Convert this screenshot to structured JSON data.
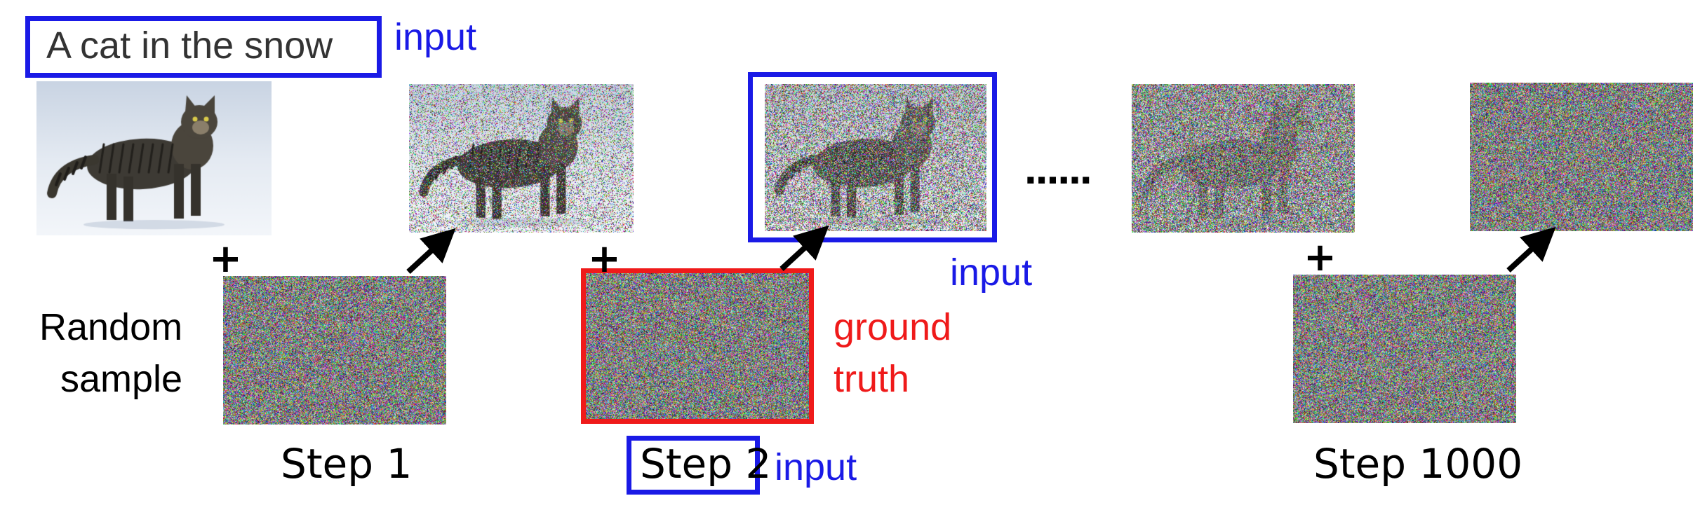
{
  "prompt": {
    "text": "A cat in the snow",
    "tag": "input"
  },
  "labels": {
    "random_sample": [
      "Random",
      "sample"
    ],
    "input_step2_image": "input",
    "ground_truth": [
      "ground",
      "truth"
    ],
    "step2_input": "input",
    "plus": "+",
    "ellipsis": "......"
  },
  "steps": [
    "Step 1",
    "Step 2",
    "Step 1000"
  ],
  "colors": {
    "input_box": "#1a1ae6",
    "ground_truth_box": "#ef1a1a",
    "text": "#000000"
  },
  "images": [
    {
      "name": "clean-cat-image",
      "noise_level": 0.0
    },
    {
      "name": "step1-noisy-cat-image",
      "noise_level": 0.35
    },
    {
      "name": "step2-noisy-cat-image",
      "noise_level": 0.6
    },
    {
      "name": "late-step-noisy-cat-image",
      "noise_level": 0.85
    },
    {
      "name": "step1000-noise-image",
      "noise_level": 1.0
    }
  ]
}
